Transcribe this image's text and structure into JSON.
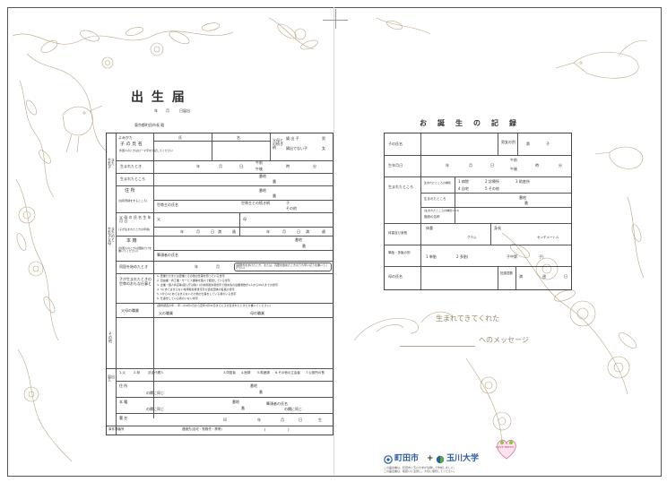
{
  "left_page": {
    "form_title": "出 生 届",
    "date_line": [
      "年",
      "月",
      "日届出"
    ],
    "addressee": "東京都町田市長 殿",
    "rows": {
      "child_name": "子 の 氏 名",
      "child_name_note": "外国人のときはローマ字を付記してください",
      "kana": "よみかた",
      "surname": "氏",
      "given_name": "名",
      "parents_relation": "父母との続き柄",
      "legit_child": "嫡 出 子",
      "non_legit_child": "嫡出でない子",
      "male": "男",
      "female": "女",
      "birth_datetime": "生まれたとき",
      "year": "年",
      "month": "月",
      "day": "日",
      "am": "午前",
      "pm": "午後",
      "hour": "時",
      "minute": "分",
      "birth_place": "生まれたところ",
      "lot_number": "番地",
      "go": "番",
      "gou": "号",
      "address": "住 所",
      "resident_reg": "(住民登録をするところ)",
      "householder": "世帯主の氏名",
      "relation_to_householder": "世帯主との続き柄",
      "child_label": "子",
      "other": "その他",
      "father_mother_name": "父 母 の 氏 名 生 年 月 日",
      "age_note": "(子が生まれたときの年齢)",
      "father": "父",
      "mother": "母",
      "full_age": "満",
      "age_unit": "歳",
      "honseki": "本 籍",
      "honseki_note": "(外国人のときは国籍だけを書いてください)",
      "head_of_registry": "筆頭者の氏名",
      "marriage_start": "同居を始めたとき",
      "marriage_note": "(結婚式をあげたとき、または、同居を始めたときのうち早いほうを書いてください)",
      "household_job": "子が生まれたときの世帯のおもな仕事と",
      "job_options": [
        "1. 農業だけまたは農業とその他の仕事を持っている世帯",
        "2. 自由業・商工業・サービス業等を個人で経営している世帯",
        "3. 企業・個人商店等(官公庁は除く)の常用勤労者世帯で勤め先の従業者数が1人から99人までの世帯",
        "4. 3にあてはまらない常用勤労者世帯及び会社団体の役員の世帯",
        "5. 1から4にあてはまらないその他の仕事をしている者のいる世帯",
        "6. 仕事をしている者のいない世帯"
      ],
      "parents_job": "父母の職業",
      "census_note": "(国勢調査の年… 年…の4月1日から翌年3月31日までに子が生まれたときだけ書いてください)",
      "father_job": "父の職業",
      "mother_job": "母の職業",
      "sonota": "そ の 他",
      "notifier_types": [
        "1.父",
        "2.母",
        "3.同居者",
        "4.医師",
        "5.助産師",
        "6.その他の立会者",
        "7.公設所の長",
        "法定代理人",
        "その他の届出者"
      ],
      "notifier_address": "住 所",
      "same_as_above": "の欄に同じ",
      "notifier_honseki": "本 籍",
      "head_name": "筆頭者の氏名",
      "signature": "署 名",
      "seal": "印",
      "born_on": "生",
      "contact": "事件簿番号",
      "phone": "連絡先(自宅・勤務先・携帯)",
      "tel_paren_open": "(",
      "tel_paren_close": ")",
      "side_labels": {
        "born_child": "生まれた子",
        "born_parents": "生まれた子の父と母",
        "notifier": "届出人"
      }
    }
  },
  "right_page": {
    "record_title": "お　誕　生　の　記　録",
    "rows": {
      "child_name": "子の氏名",
      "gender_count": "男女の別",
      "order": "第",
      "child": "子",
      "birth_datetime": "生年月日",
      "year": "年",
      "month": "月",
      "day": "日",
      "am": "午前",
      "pm": "午後",
      "hour": "時",
      "minute": "分",
      "birth_place": "生まれたところ",
      "birthplace_types": [
        "1 病院",
        "2 診療所",
        "3 助産所",
        "4 自宅",
        "5 その他"
      ],
      "birthplace_label": "生まれたところの種別",
      "birthplace_place": "生まれたところ",
      "birthplace_facility": "施設の名称",
      "birthplace_facility_note": "(生まれたところの種別1～3)",
      "lot_number": "番地",
      "go": "番",
      "gou": "号",
      "weight_height": "体重及び身長",
      "weight": "体重",
      "weight_unit": "グラム",
      "height": "身長",
      "height_unit": "センチメートル",
      "multiple": "単胎・多胎の別",
      "multiple_options": [
        "1 単胎",
        "2 多胎(",
        "子中第",
        "子)"
      ],
      "mother_name": "母の氏名",
      "pregnancy": "妊娠週数",
      "full": "満",
      "weeks": "週",
      "days": "日"
    },
    "message": {
      "line1": "生まれてきてくれた",
      "line2": "へのメッセージ"
    },
    "logos": {
      "city": "町田市",
      "plus": "+",
      "university": "玉川大学",
      "mascot_label": "LOVE BIRTH",
      "credit_line1": "この届出書は、町田市と玉川大学が協働して作成しました。",
      "credit_line2": "この届出書は、取扱いに注意し、大切に保管してください。"
    }
  },
  "colors": {
    "ink": "#333333",
    "line_art": "#b9a784",
    "logo_blue": "#2a5aa8",
    "logo_green": "#5aa83a",
    "mascot_pink": "#e070a0",
    "mascot_green": "#8cc83c"
  }
}
